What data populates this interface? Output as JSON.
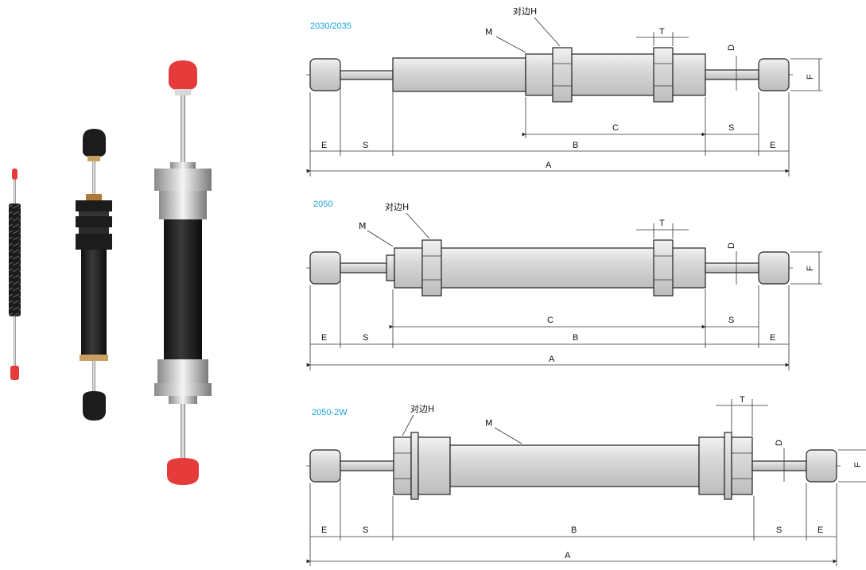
{
  "colors": {
    "caption": "#1aa0d8",
    "part_fill": "#e6e6e6",
    "outline": "#222222",
    "tip_red": "#e63b3b",
    "tip_black": "#1c1c1c"
  },
  "photo": {
    "items": [
      "shock-absorber-small-red-tip",
      "shock-absorber-black-tip",
      "shock-absorber-large-red-tip"
    ]
  },
  "drawings": [
    {
      "model": "2030/2035",
      "labels": {
        "m": "M",
        "h": "对边H",
        "t": "T",
        "d": "D",
        "f": "F"
      },
      "dims": {
        "e_left": "E",
        "s_left": "S",
        "b": "B",
        "c": "C",
        "s_right": "S",
        "e_right": "E",
        "a": "A"
      }
    },
    {
      "model": "2050",
      "labels": {
        "m": "M",
        "h": "对边H",
        "t": "T",
        "d": "D",
        "f": "F"
      },
      "dims": {
        "e_left": "E",
        "s_left": "S",
        "b": "B",
        "c": "C",
        "s_right": "S",
        "e_right": "E",
        "a": "A"
      }
    },
    {
      "model": "2050-2W",
      "labels": {
        "m": "M",
        "h": "对边H",
        "t": "T",
        "d": "D",
        "f": "F"
      },
      "dims": {
        "e_left": "E",
        "s_left": "S",
        "b": "B",
        "s_right": "S",
        "e_right": "E",
        "a": "A"
      }
    }
  ]
}
